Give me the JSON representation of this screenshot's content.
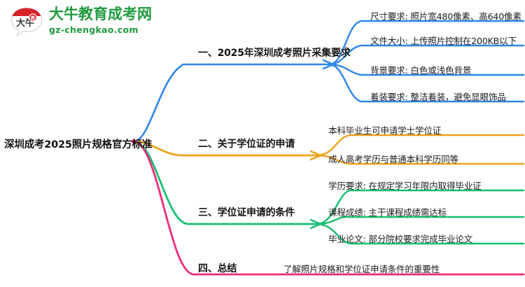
{
  "logo": {
    "mark_text": "大牛",
    "name_cn": "大牛教育成考网",
    "name_en": "gz-chengkao.com",
    "brand_green": "#1f9b3f",
    "brand_red": "#d6232a"
  },
  "mindmap": {
    "root": {
      "label": "深圳成考2025照片规格官方标准"
    },
    "branches": [
      {
        "index": "1",
        "label": "一、2025年深圳成考照片采集要求",
        "color": "#2f86eb",
        "children": [
          {
            "label": "尺寸要求: 照片宽480像素、高640像素"
          },
          {
            "label": "文件大小: 上传照片控制在200KB以下"
          },
          {
            "label": "背景要求: 白色或浅色背景"
          },
          {
            "label": "着装要求: 整洁着装，避免显眼饰品"
          }
        ]
      },
      {
        "index": "2",
        "label": "二、关于学位证的申请",
        "color": "#eda21a",
        "children": [
          {
            "label": "本科毕业生可申请学士学位证"
          },
          {
            "label": "成人高考学历与普通本科学历同等"
          }
        ]
      },
      {
        "index": "3",
        "label": "三、学位证申请的条件",
        "color": "#16bf6f",
        "children": [
          {
            "label": "学历要求: 在规定学习年限内取得毕业证"
          },
          {
            "label": "课程成绩: 主干课程成绩需达标"
          },
          {
            "label": "毕业论文: 部分院校要求完成毕业论文"
          }
        ]
      },
      {
        "index": "4",
        "label": "四、总结",
        "color": "#ee2d7a",
        "children": [
          {
            "label": "了解照片规格和学位证申请条件的重要性"
          }
        ]
      }
    ]
  },
  "chart_data": {
    "type": "diagram",
    "title": "深圳成考2025照片规格官方标准",
    "layout": "horizontal-mindmap-left-root",
    "nodes": [
      {
        "id": "root",
        "level": 0,
        "label": "深圳成考2025照片规格官方标准"
      },
      {
        "id": "b1",
        "level": 1,
        "parent": "root",
        "label": "一、2025年深圳成考照片采集要求",
        "color": "#2f86eb"
      },
      {
        "id": "b1c1",
        "level": 2,
        "parent": "b1",
        "label": "尺寸要求: 照片宽480像素、高640像素"
      },
      {
        "id": "b1c2",
        "level": 2,
        "parent": "b1",
        "label": "文件大小: 上传照片控制在200KB以下"
      },
      {
        "id": "b1c3",
        "level": 2,
        "parent": "b1",
        "label": "背景要求: 白色或浅色背景"
      },
      {
        "id": "b1c4",
        "level": 2,
        "parent": "b1",
        "label": "着装要求: 整洁着装，避免显眼饰品"
      },
      {
        "id": "b2",
        "level": 1,
        "parent": "root",
        "label": "二、关于学位证的申请",
        "color": "#eda21a"
      },
      {
        "id": "b2c1",
        "level": 2,
        "parent": "b2",
        "label": "本科毕业生可申请学士学位证"
      },
      {
        "id": "b2c2",
        "level": 2,
        "parent": "b2",
        "label": "成人高考学历与普通本科学历同等"
      },
      {
        "id": "b3",
        "level": 1,
        "parent": "root",
        "label": "三、学位证申请的条件",
        "color": "#16bf6f"
      },
      {
        "id": "b3c1",
        "level": 2,
        "parent": "b3",
        "label": "学历要求: 在规定学习年限内取得毕业证"
      },
      {
        "id": "b3c2",
        "level": 2,
        "parent": "b3",
        "label": "课程成绩: 主干课程成绩需达标"
      },
      {
        "id": "b3c3",
        "level": 2,
        "parent": "b3",
        "label": "毕业论文: 部分院校要求完成毕业论文"
      },
      {
        "id": "b4",
        "level": 1,
        "parent": "root",
        "label": "四、总结",
        "color": "#ee2d7a"
      },
      {
        "id": "b4c1",
        "level": 2,
        "parent": "b4",
        "label": "了解照片规格和学位证申请条件的重要性"
      }
    ]
  }
}
